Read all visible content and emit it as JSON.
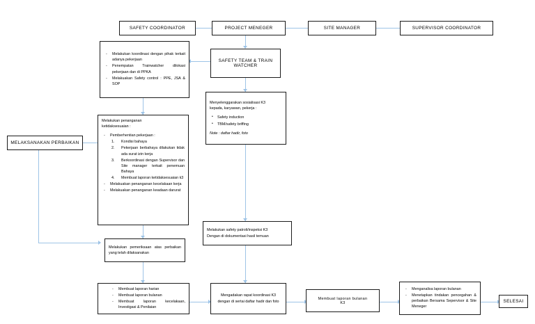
{
  "roles": [
    {
      "id": "safety-coordinator",
      "label": "SAFETY COORDINATOR"
    },
    {
      "id": "project-meneger",
      "label": "PROJECT MENEGER"
    },
    {
      "id": "site-manager",
      "label": "SITE MANAGER"
    },
    {
      "id": "supervisor-coordinator",
      "label": "SUPERVISOR COORDINATOR"
    }
  ],
  "coordination_tasks": {
    "items": [
      "Melakukan koordinasi dengan pihak terkait adanya pekerjaan",
      "Penempatan Trainwatcher dilokasi pekerjaan dan di PPKA",
      "Melakuakan Safety control : PPE, JSA & SOP"
    ]
  },
  "safety_team": {
    "line1": "SAFETY TEAM & TRAIN",
    "line2": "WATCHER"
  },
  "sosialisasi": {
    "intro1": "Menyelenggarakan sosialisasi K3",
    "intro2": "kepada, karyawan, pekerja :",
    "bullets": [
      "Safety induction",
      "TBM/safety briffing"
    ],
    "note": "Note : daftar hadir, foto"
  },
  "penanganan": {
    "title1": "Melakukan                  penanganan",
    "title2": "ketidaksesuaian :",
    "dash1": "Pemberhentian pekerjaan :",
    "numbered": [
      "Kondisi bahaya",
      "Pekerjaan berbahaya dilakukan tidak ada surat izin kerja",
      "Berkoordinasi dengan Supervisor dan Site manager terkait penemuan Bahaya",
      "Membuat laporan ketidaksesuaian k3"
    ],
    "dash2": "Melakuakan penanganan kecelakaan kerja",
    "dash3": "Melakuakan penanganan keadaan darurat"
  },
  "perbaikan": {
    "label": "MELAKSANAKAN PERBAIKAN"
  },
  "pemeriksaan": {
    "text": "Melakukan pemeriksaan atas perbaikan yang telah dilaksanakan"
  },
  "patroli": {
    "line1": "Melakukan safety patroli/inspeksi K3",
    "line2": "Dengan di dokumentasi hasil temuan"
  },
  "laporan": {
    "items": [
      "Membuat laporan harian",
      "Membuat laporan bulanan",
      "Membuat laporan kecelakaan, Investigasi & Penilaian"
    ]
  },
  "rapat": {
    "text": "Mengadakan rapat koordinasi K3 dengan di sertai daftar hadir dan foto"
  },
  "laporan_bulanan": {
    "line1": "Membuat laporan bulanan",
    "line2": "K3"
  },
  "analisa": {
    "items": [
      "Menganalisa laporan bulanan",
      "Menetapkan tindakan pencegahan & perbaikan Bersama Sepervisor & Site Meneger"
    ]
  },
  "selesai": {
    "label": "SELESAI"
  },
  "colors": {
    "connector": "#9dc3e6",
    "border": "#1a1a1a",
    "background": "#ffffff"
  }
}
